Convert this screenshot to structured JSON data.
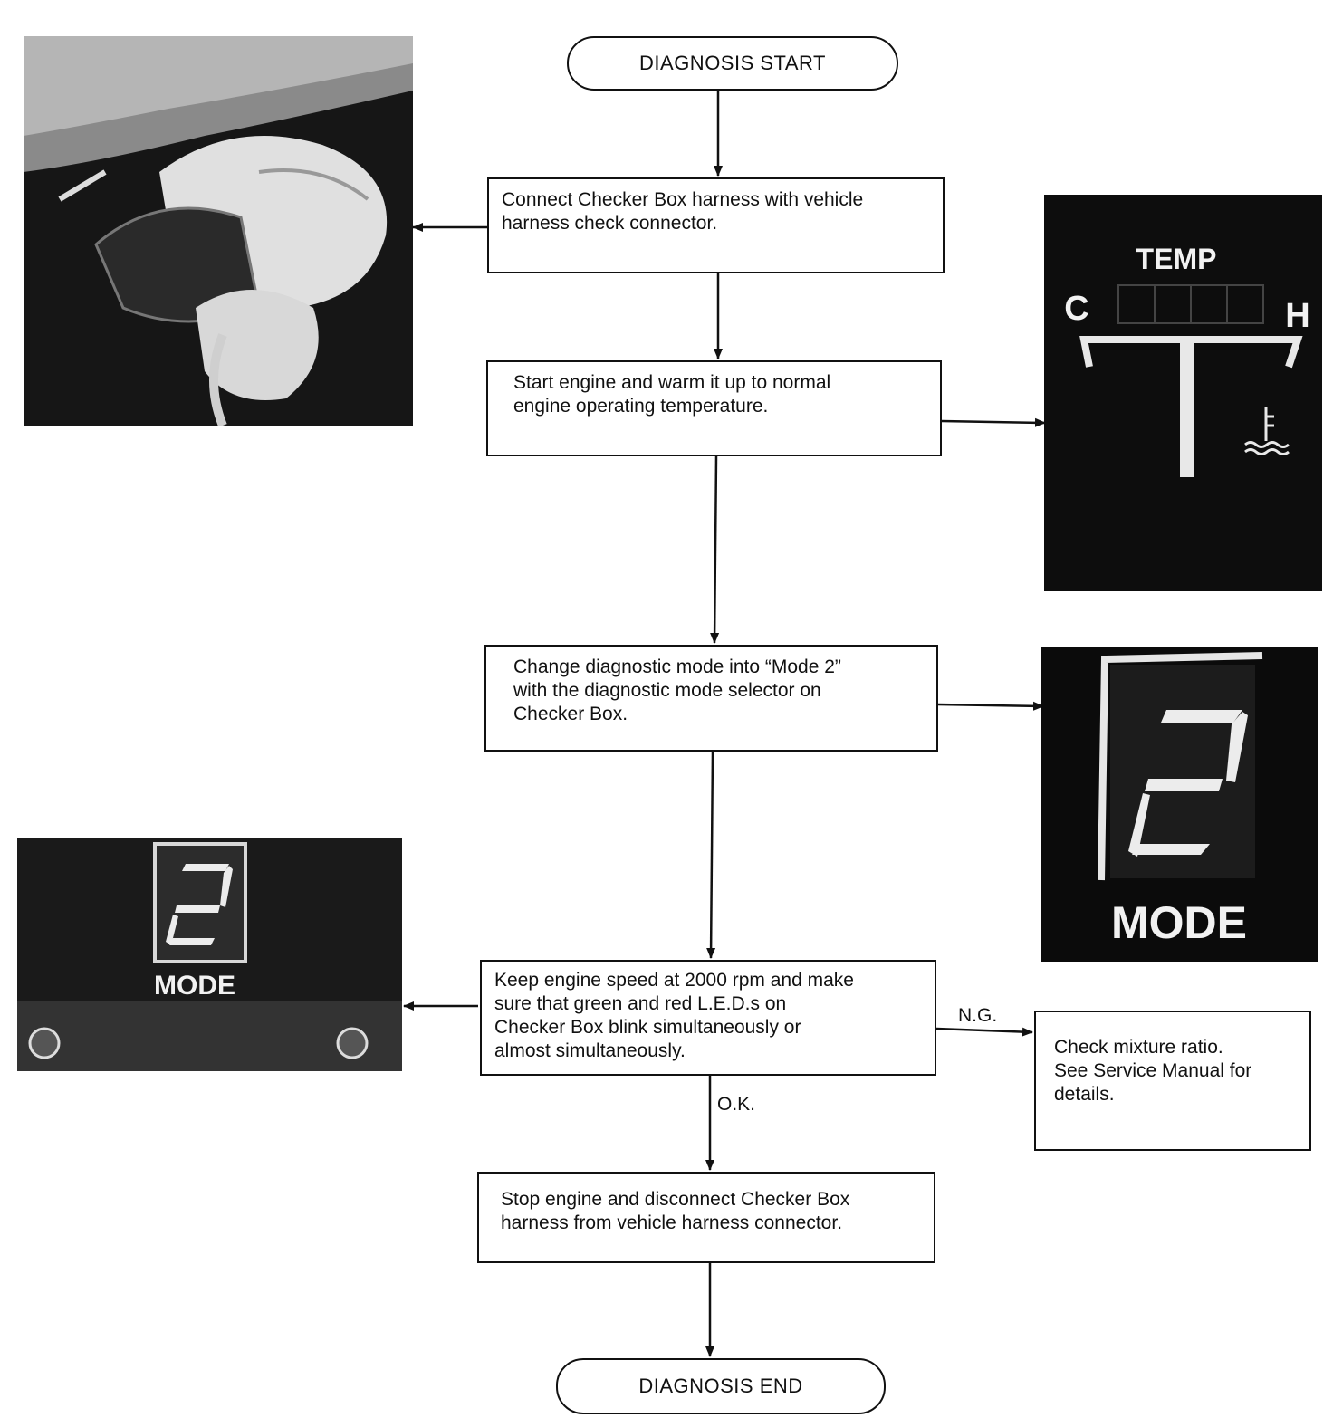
{
  "flow": {
    "start": "DIAGNOSIS START",
    "end": "DIAGNOSIS END",
    "step1": [
      "Connect Checker Box harness with vehicle",
      "harness check connector."
    ],
    "step2": [
      "Start engine and warm it up to normal",
      "engine operating temperature."
    ],
    "step3": [
      "Change diagnostic mode into “Mode 2”",
      "with the diagnostic mode selector on",
      "Checker Box."
    ],
    "step4": [
      "Keep engine speed at 2000 rpm and make",
      "sure that green and red L.E.D.s on",
      "Checker Box blink simultaneously or",
      "almost simultaneously."
    ],
    "step5": [
      "Stop engine and disconnect Checker Box",
      "harness from vehicle harness connector."
    ],
    "ng_box": [
      "Check mixture ratio.",
      "See Service Manual for",
      "details."
    ],
    "ng_label": "N.G.",
    "ok_label": "O.K."
  },
  "gauge": {
    "title": "TEMP",
    "cold": "C",
    "hot": "H"
  },
  "mode_display_large": {
    "digit": "2",
    "label": "MODE"
  },
  "mode_display_small": {
    "digit": "2",
    "label": "MODE"
  }
}
